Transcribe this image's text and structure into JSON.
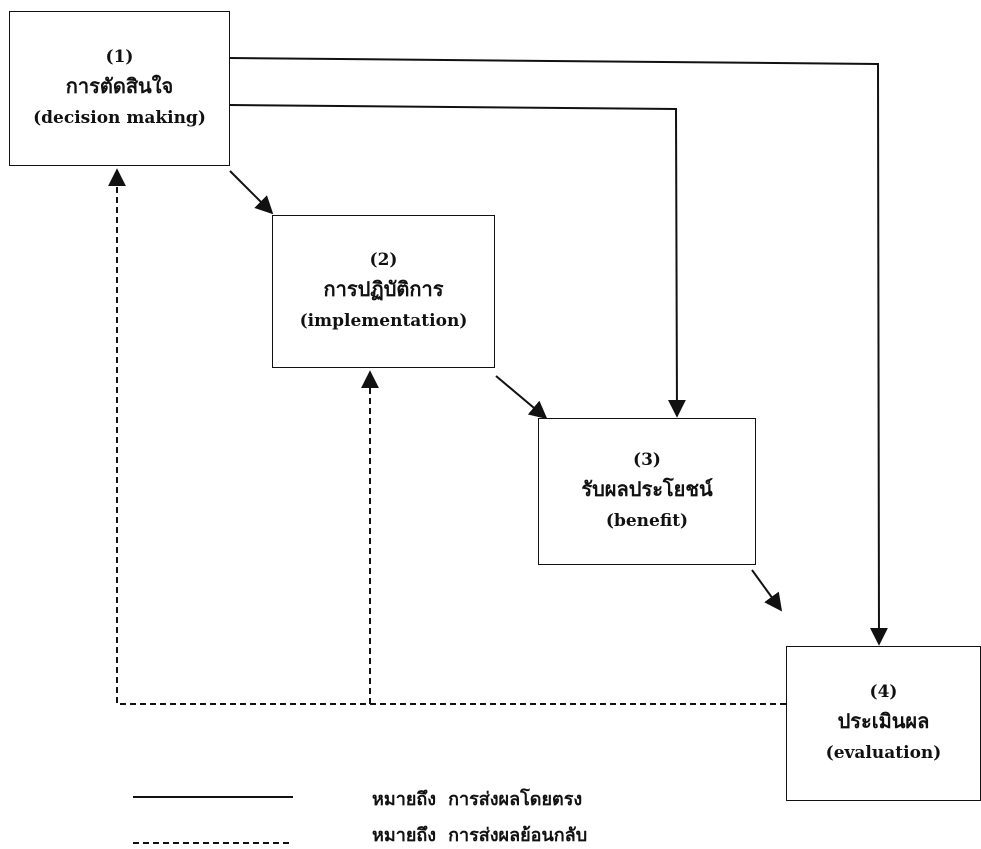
{
  "nodes": [
    {
      "id": "1",
      "number": "(1)",
      "label_th": "การตัดสินใจ",
      "label_en": "(decision making)"
    },
    {
      "id": "2",
      "number": "(2)",
      "label_th": "การปฏิบัติการ",
      "label_en": "(implementation)"
    },
    {
      "id": "3",
      "number": "(3)",
      "label_th": "รับผลประโยชน์",
      "label_en": "(benefit)"
    },
    {
      "id": "4",
      "number": "(4)",
      "label_th": "ประเมินผล",
      "label_en": "(evaluation)"
    }
  ],
  "edges": [
    {
      "from": "1",
      "to": "2",
      "style": "solid"
    },
    {
      "from": "1",
      "to": "3",
      "style": "solid"
    },
    {
      "from": "1",
      "to": "4",
      "style": "solid"
    },
    {
      "from": "2",
      "to": "3",
      "style": "solid"
    },
    {
      "from": "3",
      "to": "4",
      "style": "solid"
    },
    {
      "from": "4",
      "to": "1",
      "style": "dashed"
    },
    {
      "from": "4",
      "to": "2",
      "style": "dashed"
    }
  ],
  "legend": {
    "solid": {
      "prefix": "หมายถึง",
      "text": "การส่งผลโดยตรง"
    },
    "dashed": {
      "prefix": "หมายถึง",
      "text": "การส่งผลย้อนกลับ"
    }
  }
}
